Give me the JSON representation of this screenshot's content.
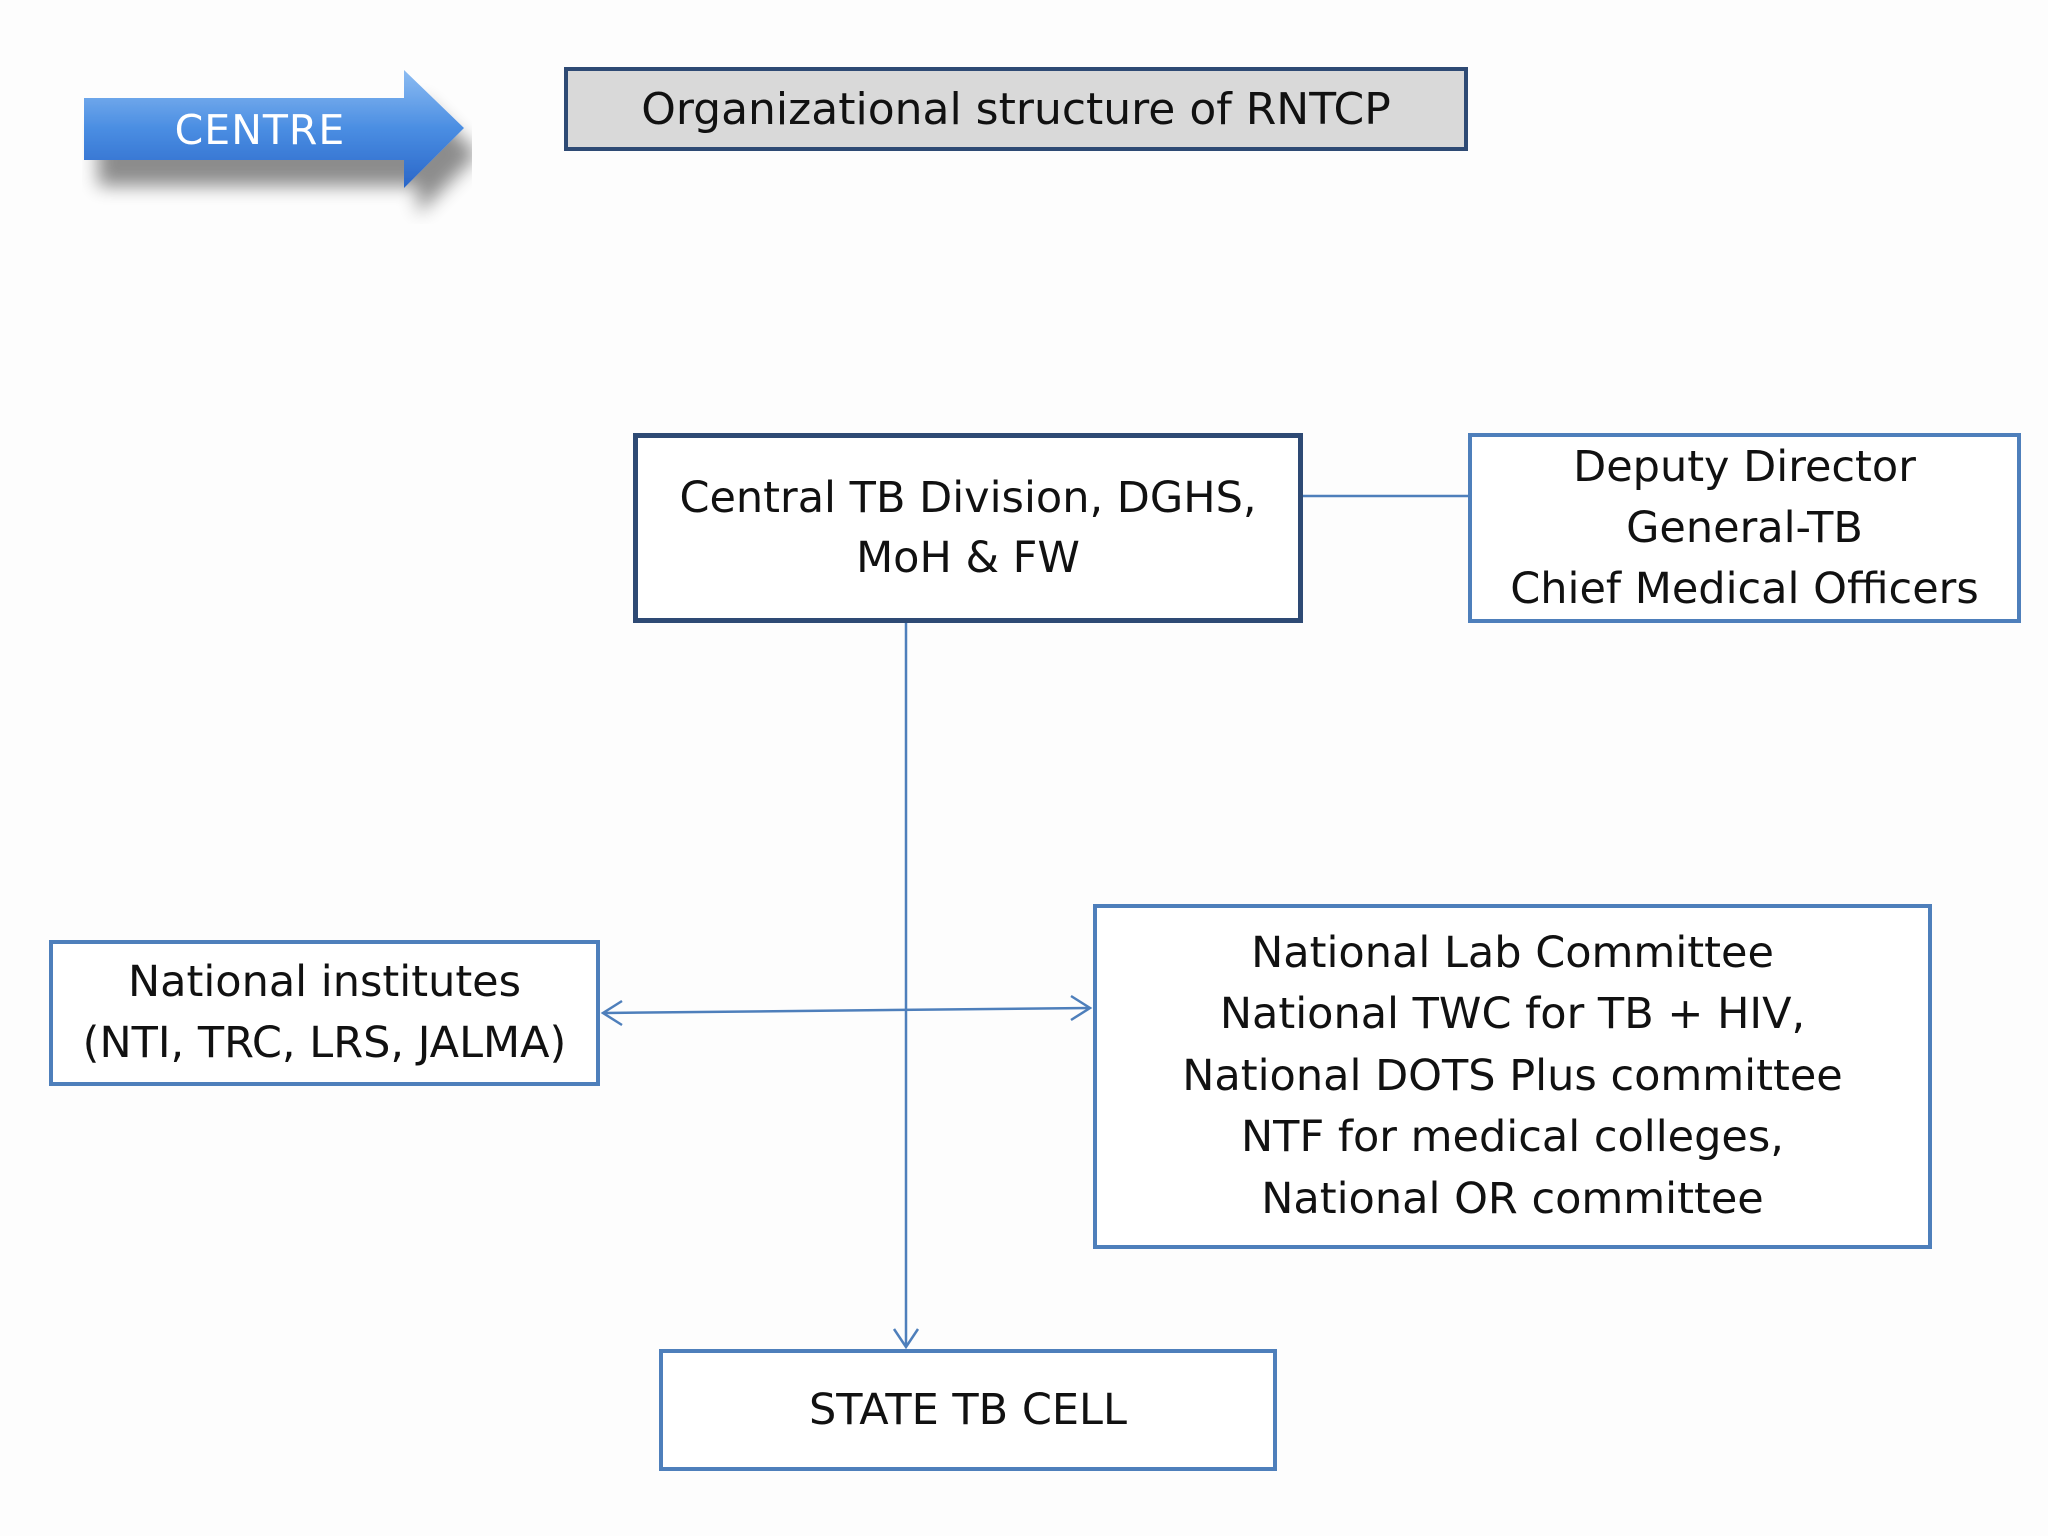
{
  "centre": {
    "label": "CENTRE"
  },
  "title": "Organizational structure of RNTCP",
  "nodes": {
    "central": {
      "lines": [
        "Central TB Division, DGHS,",
        "MoH & FW"
      ]
    },
    "deputy": {
      "lines": [
        "Deputy Director",
        "General-TB",
        "Chief Medical Officers"
      ]
    },
    "institutes": {
      "lines": [
        "National institutes",
        "(NTI, TRC, LRS, JALMA)"
      ]
    },
    "committees": {
      "lines": [
        "National Lab Committee",
        "National TWC for TB + HIV,",
        "National DOTS Plus committee",
        "NTF for medical colleges,",
        "National OR committee"
      ]
    },
    "state": {
      "label": "STATE TB CELL"
    }
  },
  "colors": {
    "arrow_light": "#7fb0ec",
    "arrow_dark": "#2f6ed0",
    "title_bg": "#d9d9d9",
    "dark_border": "#2e4a74",
    "light_border": "#4e7fbb",
    "connector": "#4e7fbb"
  }
}
